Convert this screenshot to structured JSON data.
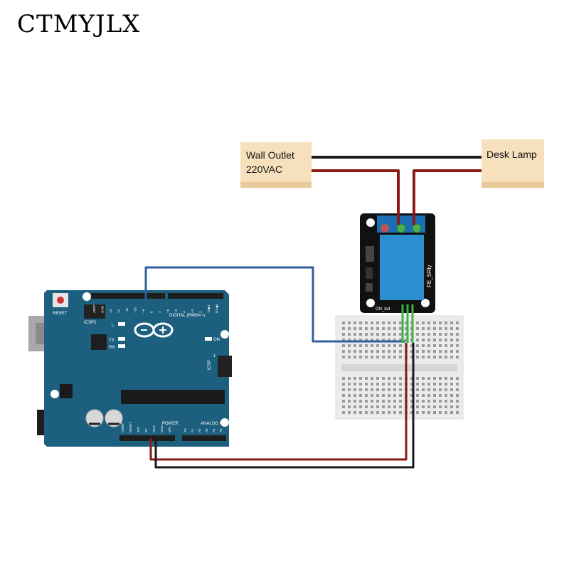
{
  "brand": "CTMYJLX",
  "colors": {
    "board": "#1c5f7e",
    "board_dark": "#0f4158",
    "breadboard": "#efefef",
    "relay_pcb": "#111111",
    "relay_cube": "#2c8fd0",
    "terminal": "#1a6fb5",
    "label_box": "#f7e1bd",
    "wire_red": "#8b1a14",
    "wire_black": "#1a1a1a",
    "wire_blue": "#2f5f9e",
    "wire_green": "#3db24a"
  },
  "labels": {
    "outlet": [
      "Wall Outlet",
      "220VAC"
    ],
    "lamp": "Desk Lamp"
  },
  "arduino": {
    "reset": "RESET",
    "icsp2": "ICSP2",
    "icsp": "ICSP",
    "icsp_pin": "1",
    "digital": "DIGITAL (PWM=~)",
    "power": "POWER",
    "analog": "ANALOG IN",
    "led_l": "L",
    "led_tx": "TX",
    "led_rx": "RX",
    "led_on": "ON",
    "top_pins": [
      "AREF",
      "GND",
      "13",
      "12",
      "~11",
      "~10",
      "~9",
      "8",
      "7",
      "~6",
      "~5",
      "4",
      "~3",
      "2",
      "TX▶1",
      "RX◀0"
    ],
    "power_pins": [
      "IOREF",
      "RESET",
      "3V3",
      "5V",
      "GND",
      "GND",
      "VIN"
    ],
    "analog_pins": [
      "A0",
      "A1",
      "A2",
      "A3",
      "A4",
      "A5"
    ]
  },
  "relay": {
    "name": "FE_SRly",
    "led": "ON_led"
  }
}
